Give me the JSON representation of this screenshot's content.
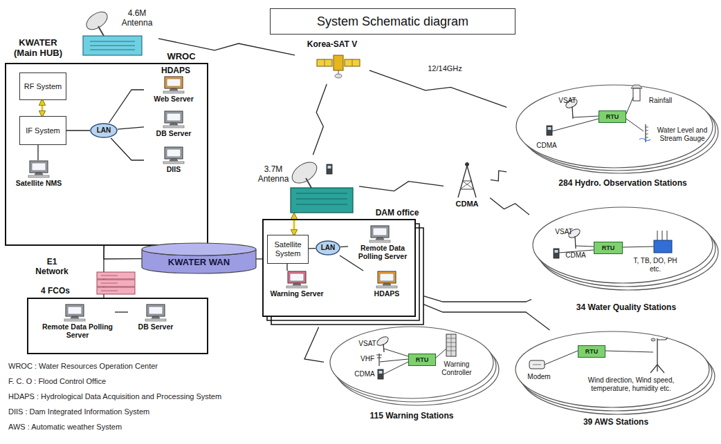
{
  "diagram": {
    "title": "System Schematic diagram",
    "nodes": [
      {
        "text": [
          "4.6M Antenna"
        ]
      },
      {
        "text": [
          "KWATER (Main HUB)",
          "WROC"
        ]
      },
      {
        "text": [
          "RF System"
        ],
        "in": 1
      },
      {
        "text": [
          "IF System"
        ],
        "in": 1
      },
      {
        "text": [
          "LAN"
        ],
        "in": 1
      },
      {
        "text": [
          "Web Server"
        ],
        "in": 1
      },
      {
        "text": [
          "DB Server"
        ],
        "in": 1
      },
      {
        "text": [
          "DIIS"
        ],
        "in": 1
      },
      {
        "text": [
          "Satellite NMS"
        ],
        "in": 1
      },
      {
        "text": [
          "4 FCOs"
        ]
      },
      {
        "text": [
          "Remote Data Polling Server"
        ],
        "in": 9
      },
      {
        "text": [
          "DB Server"
        ],
        "in": 9
      },
      {
        "text": [
          "KWATER WAN"
        ]
      },
      {
        "text": [
          "Korea-SAT V"
        ]
      },
      {
        "text": [
          "3.7M Antenna"
        ]
      },
      {
        "text": [
          "DAM office"
        ]
      },
      {
        "text": [
          "Satellite System"
        ],
        "in": 15
      },
      {
        "text": [
          "LAN"
        ],
        "in": 15
      },
      {
        "text": [
          "Remote Data Polling Server"
        ],
        "in": 15
      },
      {
        "text": [
          "Warning Server"
        ],
        "in": 15
      },
      {
        "text": [
          "HDAPS"
        ],
        "in": 15
      },
      {
        "text": [
          "CDMA"
        ]
      },
      {
        "text": [
          "284 Hydro. Observation Stations",
          "VSAT",
          "CDMA",
          "Rainfall",
          "Water Level and Stream Gauge"
        ]
      },
      {
        "text": [
          "RTU"
        ],
        "in": 22
      },
      {
        "text": [
          "34 Water Quality Stations",
          "VSAT",
          "CDMA",
          "T, TB, DO, PH etc."
        ]
      },
      {
        "text": [
          "RTU"
        ],
        "in": 24
      },
      {
        "text": [
          "115 Warning Stations",
          "VSAT",
          "VHF",
          "CDMA",
          "Warning Controller"
        ]
      },
      {
        "text": [
          "RTU"
        ],
        "in": 26
      },
      {
        "text": [
          "39 AWS Stations",
          "Modem",
          "Wind direction, Wind speed, temperature, humidity etc."
        ]
      },
      {
        "text": [
          "RTU"
        ],
        "in": 28
      }
    ],
    "edges": [
      {
        "from": 0,
        "to": 13,
        "arrow": "none"
      },
      {
        "from": 13,
        "to": 22,
        "label": "12/14GHz",
        "arrow": "none"
      },
      {
        "from": 13,
        "to": 14,
        "arrow": "none"
      },
      {
        "from": 14,
        "to": 21,
        "arrow": "none"
      },
      {
        "from": 21,
        "to": 22,
        "arrow": "none"
      },
      {
        "from": 21,
        "to": 24,
        "arrow": "none"
      },
      {
        "from": 2,
        "to": 3,
        "arrow": "both"
      },
      {
        "from": 3,
        "to": 4,
        "arrow": "none"
      },
      {
        "from": 3,
        "to": 8,
        "arrow": "none"
      },
      {
        "from": 4,
        "to": 5,
        "arrow": "none"
      },
      {
        "from": 4,
        "to": 6,
        "arrow": "none"
      },
      {
        "from": 4,
        "to": 7,
        "arrow": "none"
      },
      {
        "from": 1,
        "to": 9,
        "arrow": "none"
      },
      {
        "from": 1,
        "to": 12,
        "arrow": "none"
      },
      {
        "from": 12,
        "to": 15,
        "arrow": "none"
      },
      {
        "from": 10,
        "to": 11,
        "arrow": "none"
      },
      {
        "from": 16,
        "to": 14,
        "arrow": "both"
      },
      {
        "from": 16,
        "to": 17,
        "arrow": "none"
      },
      {
        "from": 17,
        "to": 18,
        "arrow": "none"
      },
      {
        "from": 17,
        "to": 20,
        "arrow": "none"
      },
      {
        "from": 16,
        "to": 19,
        "arrow": "none"
      },
      {
        "from": 15,
        "to": 26,
        "arrow": "none"
      },
      {
        "from": 15,
        "to": 24,
        "arrow": "none"
      },
      {
        "from": 15,
        "to": 28,
        "arrow": "none"
      }
    ],
    "labels": [
      "HDAPS",
      "E1 Network",
      "WROC : Water Resources Operation Center",
      "F. C. O : Flood Control Office",
      "HDAPS : Hydrological Data Acquisition and Processing System",
      "DIIS : Dam Integrated Information System",
      "AWS : Automatic weather System"
    ]
  }
}
